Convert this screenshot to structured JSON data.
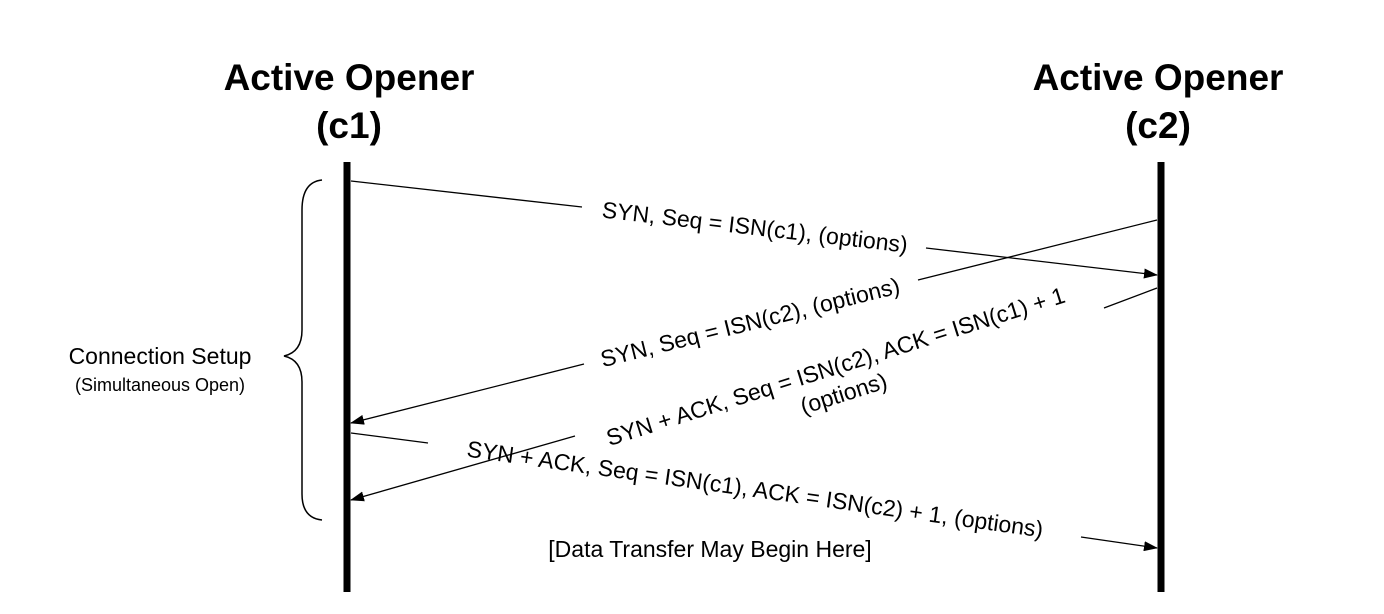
{
  "participants": {
    "left": {
      "name": "Active Opener",
      "id": "(c1)"
    },
    "right": {
      "name": "Active Opener",
      "id": "(c2)"
    }
  },
  "phase": {
    "label": "Connection Setup",
    "sublabel": "(Simultaneous Open)"
  },
  "messages": [
    {
      "text": "SYN, Seq = ISN(c1), (options)",
      "from": "c1",
      "to": "c2"
    },
    {
      "text": "SYN, Seq = ISN(c2), (options)",
      "from": "c2",
      "to": "c1"
    },
    {
      "text": "SYN + ACK, Seq = ISN(c2), ACK = ISN(c1) + 1",
      "text2": "(options)",
      "from": "c2",
      "to": "c1"
    },
    {
      "text": "SYN + ACK, Seq = ISN(c1), ACK = ISN(c2) + 1, (options)",
      "from": "c1",
      "to": "c2"
    }
  ],
  "note": "[Data Transfer May Begin Here]"
}
